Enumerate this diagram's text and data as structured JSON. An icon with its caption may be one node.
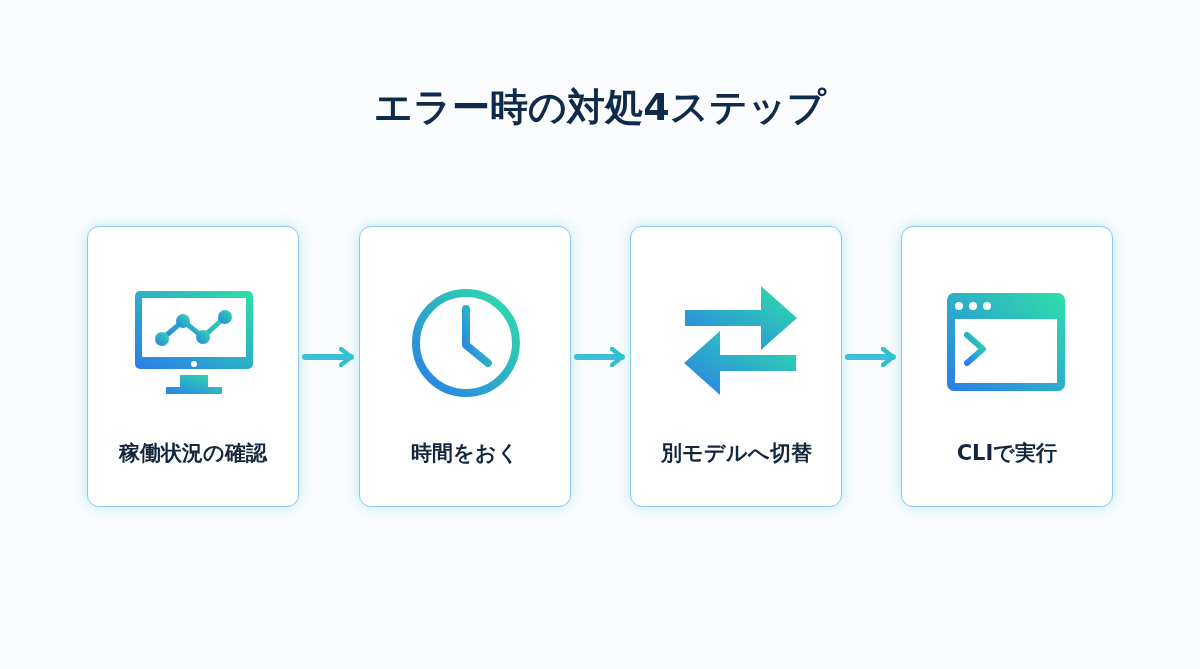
{
  "diagram": {
    "title": "エラー時の対処4ステップ",
    "nodes": [
      {
        "text": [
          "稼働状況の確認"
        ]
      },
      {
        "text": [
          "時間をおく"
        ]
      },
      {
        "text": [
          "別モデルへ切替"
        ]
      },
      {
        "text": [
          "CLIで実行"
        ]
      }
    ],
    "edges": [
      {
        "from": 0,
        "to": 1,
        "arrow": "to"
      },
      {
        "from": 1,
        "to": 2,
        "arrow": "to"
      },
      {
        "from": 2,
        "to": 3,
        "arrow": "to"
      }
    ]
  }
}
